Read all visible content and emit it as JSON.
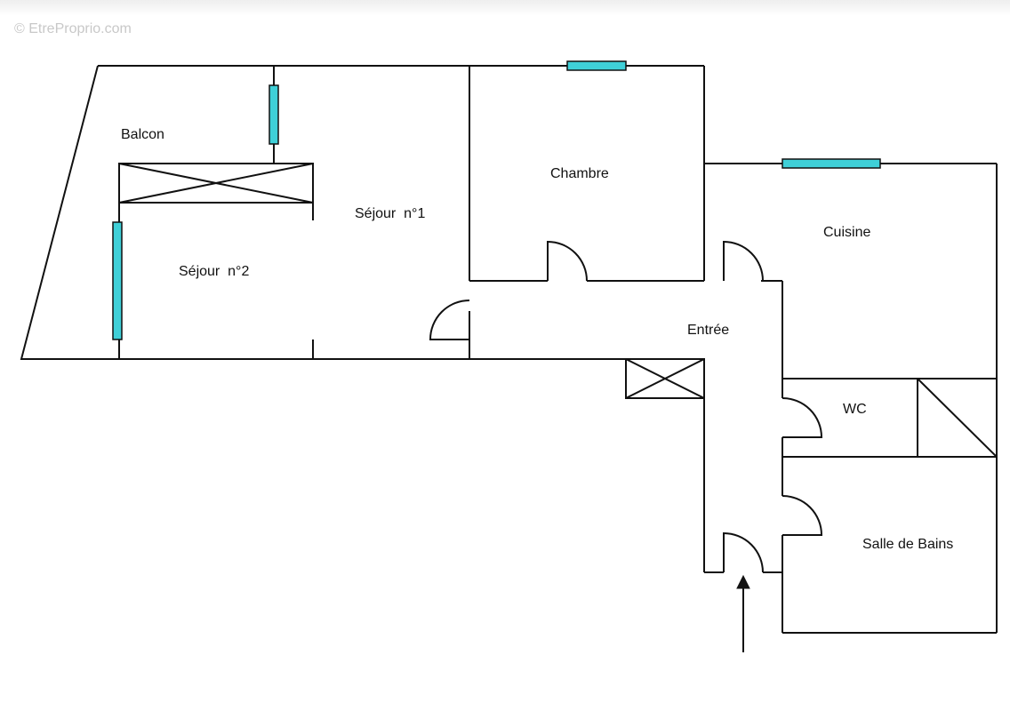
{
  "watermark": "© EtreProprio.com",
  "rooms": {
    "balcon": "Balcon",
    "sejour1": "Séjour  n°1",
    "sejour2": "Séjour  n°2",
    "chambre": "Chambre",
    "cuisine": "Cuisine",
    "entree": "Entrée",
    "wc": "WC",
    "salle_de_bains": "Salle de Bains"
  },
  "colors": {
    "wall": "#111111",
    "window": "#3fd0d8",
    "watermark": "#c8c8c8"
  }
}
